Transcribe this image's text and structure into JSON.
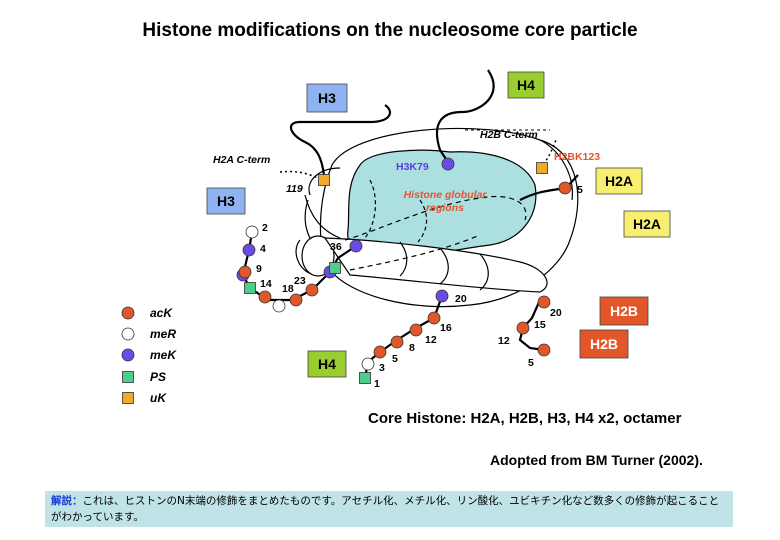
{
  "title": "Histone modifications on the nucleosome core particle",
  "histones": {
    "h3_top": "H3",
    "h4_top": "H4",
    "h2a_right": "H2A",
    "h2a_right2": "H2A",
    "h3_left": "H3",
    "h2b_a": "H2B",
    "h2b_b": "H2B",
    "h4_bottom": "H4"
  },
  "labels": {
    "h2b_cterm": "H2B C-term",
    "h2a_cterm": "H2A C-term",
    "h3k79": "H3K79",
    "h2bk123": "H2BK123",
    "globular": [
      "Histone globular",
      "regions"
    ],
    "res_119": "119"
  },
  "residues": {
    "h3": [
      "2",
      "4",
      "9",
      "14",
      "18",
      "23",
      "36"
    ],
    "h4": [
      "1",
      "3",
      "5",
      "8",
      "12",
      "16",
      "20"
    ],
    "h2b": [
      "5",
      "12",
      "15",
      "20"
    ],
    "h2a_5": "5"
  },
  "legend": [
    "acK",
    "meR",
    "meK",
    "PS",
    "uK"
  ],
  "colors": {
    "acK": "#e0572a",
    "meR": "#ffffff",
    "meK": "#6b4be6",
    "PS": "#4ccf8a",
    "uK": "#f4a92a",
    "h3": "#8fb2f0",
    "h4": "#9acd2f",
    "h2a": "#f8ef70",
    "h2b": "#e2562a",
    "globular": "#acdfe0"
  },
  "captions": {
    "core": "Core Histone: H2A, H2B, H3, H4 x2, octamer",
    "source": "Adopted from BM Turner (2002)."
  },
  "note": {
    "label": "解説：",
    "text": "これは、ヒストンのN末端の修飾をまとめたものです。アセチル化、メチル化、リン酸化、ユビキチン化など数多くの修飾が起こることがわかっています。"
  }
}
